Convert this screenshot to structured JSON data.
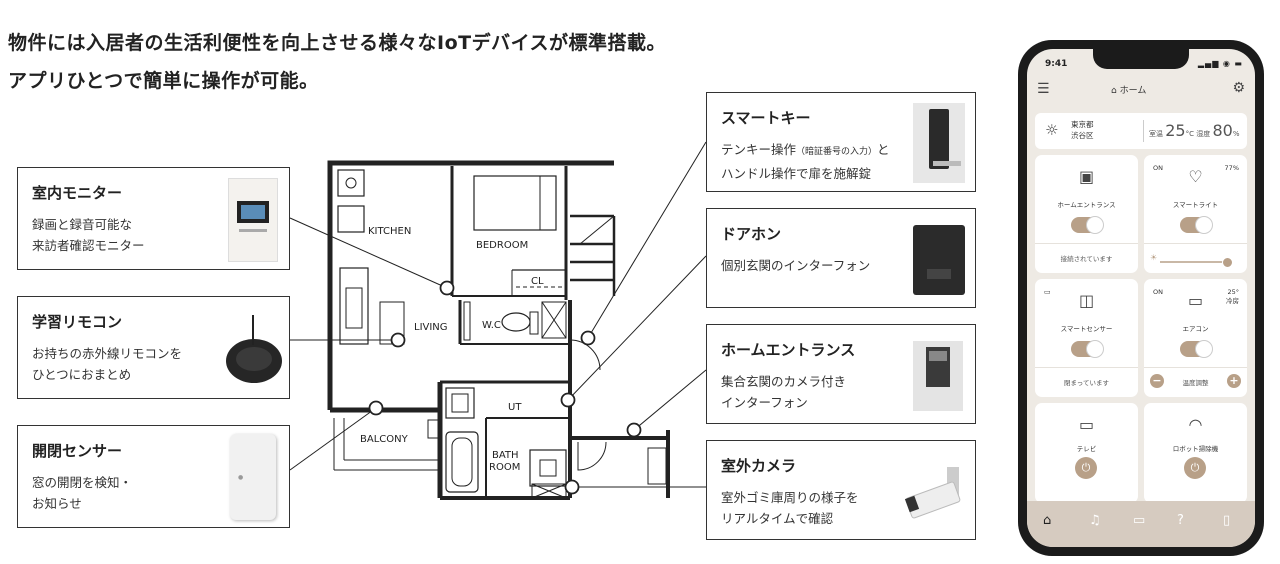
{
  "heading": {
    "line1": "物件には入居者の生活利便性を向上させる様々なIoTデバイスが標準搭載。",
    "line2": "アプリひとつで簡単に操作が可能。"
  },
  "devices_left": [
    {
      "title": "室内モニター",
      "desc": [
        "録画と録音可能な",
        "来訪者確認モニター"
      ]
    },
    {
      "title": "学習リモコン",
      "desc": [
        "お持ちの赤外線リモコンを",
        "ひとつにおまとめ"
      ]
    },
    {
      "title": "開閉センサー",
      "desc": [
        "窓の開閉を検知・",
        "お知らせ"
      ]
    }
  ],
  "devices_right": [
    {
      "title": "スマートキー",
      "desc_a": "テンキー操作",
      "desc_small": "（暗証番号の入力）",
      "desc_b": "と",
      "desc2": "ハンドル操作で扉を施解錠"
    },
    {
      "title": "ドアホン",
      "desc": [
        "個別玄関のインターフォン"
      ]
    },
    {
      "title": "ホームエントランス",
      "desc": [
        "集合玄関のカメラ付き",
        "インターフォン"
      ]
    },
    {
      "title": "室外カメラ",
      "desc": [
        "室外ゴミ庫周りの様子を",
        "リアルタイムで確認"
      ]
    }
  ],
  "floorplan": {
    "rooms": [
      "KITCHEN",
      "BEDROOM",
      "CL",
      "LIVING",
      "W.C",
      "UT",
      "BALCONY",
      "BATH",
      "ROOM"
    ]
  },
  "app": {
    "time": "9:41",
    "nav_title": "ホーム",
    "location": [
      "東京都",
      "渋谷区"
    ],
    "temp_label": "室温",
    "temp_value": "25",
    "temp_unit": "°C",
    "hum_label": "湿度",
    "hum_value": "80",
    "hum_unit": "%",
    "tiles": {
      "entrance": {
        "name": "ホームエントランス",
        "footer": "接続されています"
      },
      "light": {
        "on": "ON",
        "pct": "77%",
        "name": "スマートライト"
      },
      "sensor": {
        "name": "スマートセンサー",
        "footer": "閉まっています"
      },
      "aircon": {
        "on": "ON",
        "temp": "25°",
        "mode": "冷房",
        "name": "エアコン",
        "footer": "温度調整"
      },
      "tv": {
        "name": "テレビ"
      },
      "robot": {
        "name": "ロボット掃除機"
      }
    }
  },
  "icons": [
    "menu-icon",
    "home-icon",
    "gear-icon",
    "sun-icon",
    "bulb-icon",
    "wifi-icon",
    "power-icon",
    "bell-icon",
    "chat-icon",
    "help-icon",
    "bookmark-icon"
  ],
  "colors": {
    "accent": "#b8a088",
    "phone_bg": "#eeeae4",
    "bottom_bar": "#d6cbc0"
  }
}
